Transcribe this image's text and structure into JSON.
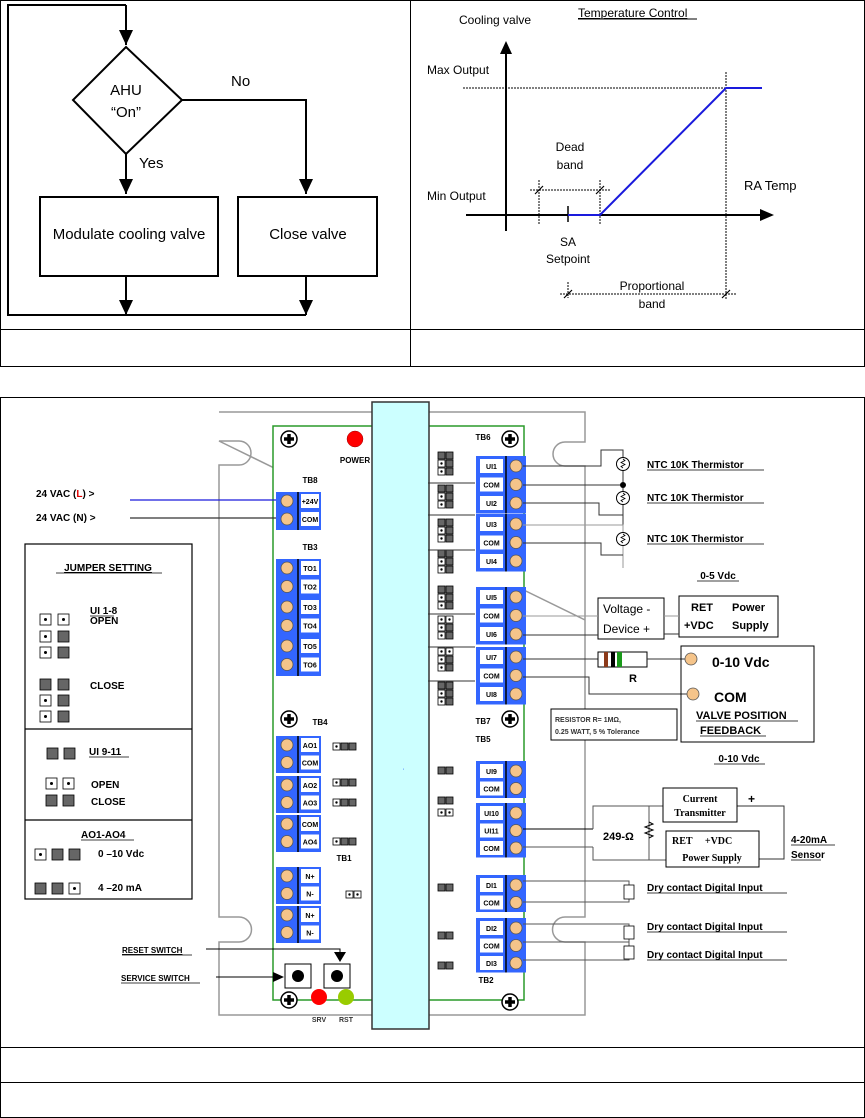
{
  "flowchart": {
    "decision": {
      "line1": "AHU",
      "line2": "“On”"
    },
    "yes_label": "Yes",
    "no_label": "No",
    "action_yes": "Modulate cooling valve",
    "action_no": "Close valve"
  },
  "control_graph": {
    "title": "Temperature Control",
    "y_axis_label": "Cooling valve",
    "x_axis_label": "RA Temp",
    "max_label": "Max Output",
    "min_label": "Min Output",
    "dead_band": {
      "line1": "Dead",
      "line2": "band"
    },
    "setpoint": {
      "line1": "SA",
      "line2": "Setpoint"
    },
    "prop_band": {
      "line1": "Proportional",
      "line2": "band"
    },
    "line_color": "#1a1adc"
  },
  "wiring": {
    "power_inputs": [
      {
        "prefix": "24 VAC (",
        "letter": "L",
        "suffix": ")  >",
        "letter_color": "#e00000",
        "wire_color": "#1a1adc"
      },
      {
        "prefix": "24 VAC (",
        "letter": "N",
        "suffix": ")  >",
        "letter_color": "#000000",
        "wire_color": "#333333"
      }
    ],
    "power_led_label": "POWER",
    "blocks": {
      "tb8": {
        "name": "TB8",
        "terminals": [
          "+24V",
          "COM"
        ]
      },
      "tb3": {
        "name": "TB3",
        "terminals": [
          "TO1",
          "TO2",
          "TO3",
          "TO4",
          "TO5",
          "TO6"
        ]
      },
      "tb4": {
        "name": "TB4",
        "terminals": [
          "AO1",
          "COM",
          "AO2",
          "AO3",
          "COM",
          "AO4"
        ]
      },
      "tb1": {
        "name": "TB1",
        "terminals": [
          "N+",
          "N-",
          "N+",
          "N-"
        ]
      },
      "tb6": {
        "name": "TB6",
        "terminals": [
          "UI1",
          "COM",
          "UI2",
          "UI3",
          "COM",
          "UI4",
          "UI5",
          "COM",
          "UI6",
          "UI7",
          "COM",
          "UI8"
        ]
      },
      "tb7": {
        "name": "TB7"
      },
      "tb5": {
        "name": "TB5",
        "terminals": [
          "UI9",
          "COM",
          "UI10",
          "UI11",
          "COM"
        ]
      },
      "tb2": {
        "name": "TB2",
        "terminals": [
          "DI1",
          "COM",
          "DI2",
          "COM",
          "DI3"
        ]
      }
    },
    "jumper_legend": {
      "title": "JUMPER SETTING",
      "ui18": {
        "title": "UI 1-8",
        "open": "OPEN",
        "close": "CLOSE"
      },
      "ui911": {
        "title": "UI 9-11",
        "open": "OPEN",
        "close": "CLOSE"
      },
      "ao": {
        "title": "AO1-AO4",
        "v": "0 –10 Vdc",
        "ma": "4 –20 mA"
      }
    },
    "switches": {
      "reset": "RESET SWITCH",
      "service": "SERVICE SWITCH"
    },
    "leds": {
      "srv": "SRV",
      "rst": "RST",
      "srv_color": "#ff0000",
      "rst_color": "#99cc00"
    },
    "thermistor_label": "NTC 10K Thermistor",
    "v05": {
      "title": "0-5 Vdc",
      "device_l1": "Voltage -",
      "device_l2": "Device  +",
      "ps_l1a": "RET",
      "ps_l1b": "Power",
      "ps_l2a": "+VDC",
      "ps_l2b": "Supply"
    },
    "resistor_label": "R",
    "feedback": {
      "v": "0-10 Vdc",
      "com": "COM",
      "title1": "VALVE POSITION",
      "title2": "FEEDBACK"
    },
    "resistor_note": {
      "line1": "RESISTOR R= 1MΩ,",
      "line2": "0.25 WATT, 5 % Tolerance"
    },
    "v010": {
      "title": "0-10 Vdc",
      "ct_l1": "Current",
      "ct_l2": "Transmitter",
      "plus": "+",
      "res": "249-Ω",
      "ps_l1": "RET     +VDC",
      "ps_l2": "Power Supply",
      "sensor_l1": "4-20mA",
      "sensor_l2": "Sensor"
    },
    "dry_contact_label": "Dry contact Digital Input",
    "colors": {
      "terminal_block": "#3366ff",
      "terminal_screw": "#f5c48a",
      "board_border": "#2a9a2a",
      "center_channel": "#ccffff",
      "jumper_fill": "#666666"
    }
  }
}
